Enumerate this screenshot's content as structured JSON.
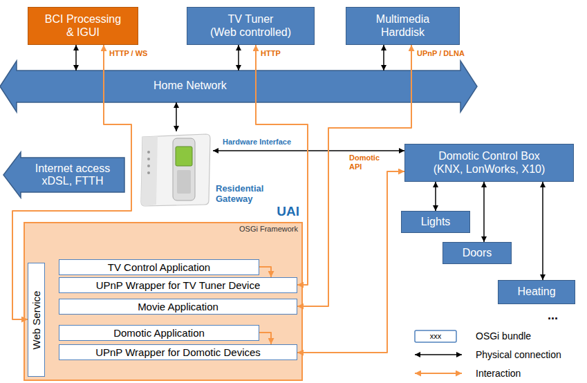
{
  "diagram": {
    "nodes": [
      {
        "text": [
          "BCI Processing & IGUI"
        ]
      },
      {
        "text": [
          "TV Tuner (Web controlled)"
        ]
      },
      {
        "text": [
          "Multimedia Harddisk"
        ]
      },
      {
        "text": [
          "Home Network"
        ]
      },
      {
        "text": [
          "Internet access xDSL, FTTH"
        ]
      },
      {
        "text": [
          "Residential Gateway"
        ]
      },
      {
        "text": [
          "Domotic Control Box (KNX, LonWorks, X10)"
        ]
      },
      {
        "text": [
          "UAI",
          "OSGi Framework"
        ]
      },
      {
        "text": [
          "Web Service"
        ],
        "in": 7
      },
      {
        "text": [
          "TV Control Application"
        ],
        "in": 7
      },
      {
        "text": [
          "UPnP Wrapper for TV Tuner Device"
        ],
        "in": 7
      },
      {
        "text": [
          "Movie Application"
        ],
        "in": 7
      },
      {
        "text": [
          "Domotic Application"
        ],
        "in": 7
      },
      {
        "text": [
          "UPnP Wrapper for Domotic Devices"
        ],
        "in": 7
      },
      {
        "text": [
          "Lights"
        ]
      },
      {
        "text": [
          "Doors"
        ]
      },
      {
        "text": [
          "Heating"
        ]
      }
    ],
    "edges": [
      {
        "from": 0,
        "to": 3,
        "arrow": "both"
      },
      {
        "from": 1,
        "to": 3,
        "arrow": "both"
      },
      {
        "from": 2,
        "to": 3,
        "arrow": "both"
      },
      {
        "from": 3,
        "to": 5,
        "arrow": "both"
      },
      {
        "from": 5,
        "to": 6,
        "label": "Hardware Interface",
        "arrow": "both"
      },
      {
        "from": 6,
        "to": 14,
        "arrow": "both"
      },
      {
        "from": 6,
        "to": 15,
        "arrow": "both"
      },
      {
        "from": 6,
        "to": 16,
        "arrow": "both"
      },
      {
        "from": 0,
        "to": 8,
        "label": "HTTP / WS",
        "arrow": "both"
      },
      {
        "from": 10,
        "to": 1,
        "label": "HTTP",
        "arrow": "both"
      },
      {
        "from": 11,
        "to": 2,
        "label": "UPnP / DLNA",
        "arrow": "both"
      },
      {
        "from": 13,
        "to": 6,
        "label": "Domotic API",
        "arrow": "both"
      },
      {
        "from": 9,
        "to": 10,
        "arrow": "to"
      },
      {
        "from": 12,
        "to": 13,
        "arrow": "to"
      }
    ],
    "labels": [
      "...",
      "xxx"
    ],
    "legend": [
      {
        "text": "OSGi bundle"
      },
      {
        "text": "Physical connection"
      },
      {
        "text": "Interaction"
      }
    ]
  }
}
